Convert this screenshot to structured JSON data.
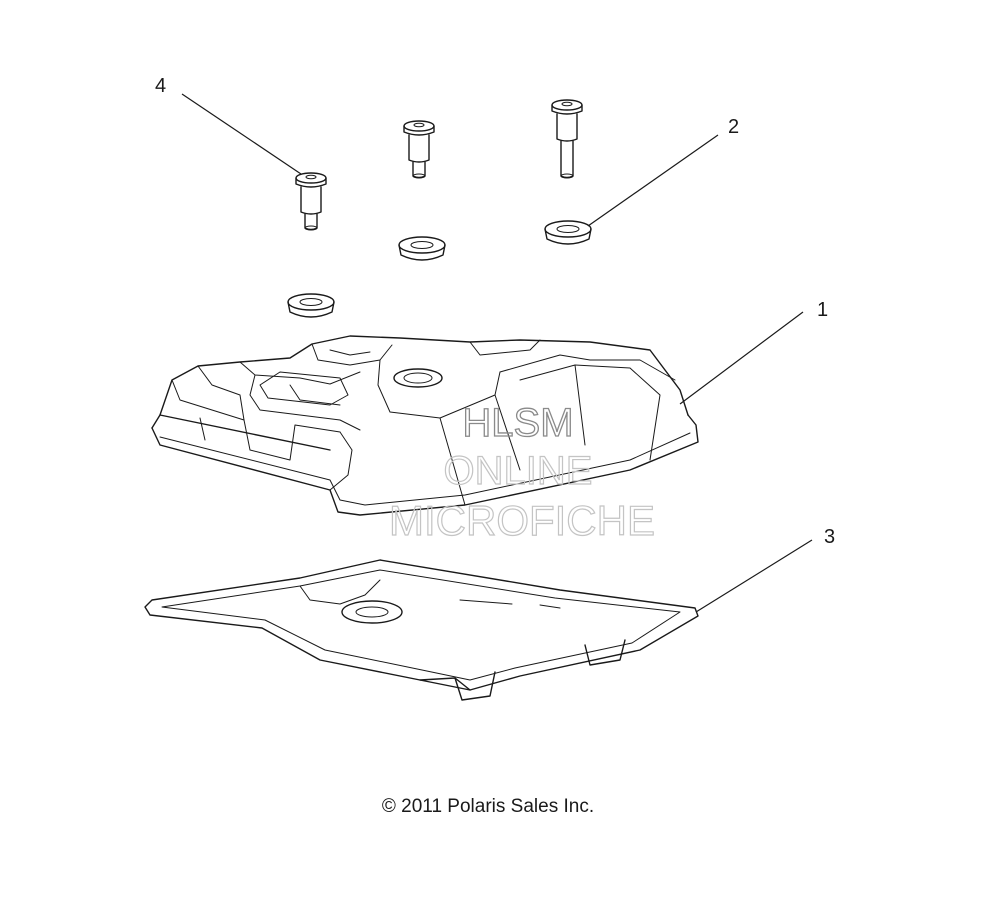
{
  "callouts": [
    "1",
    "2",
    "3",
    "4"
  ],
  "watermark": {
    "line1": "HLSM",
    "line2": "ONLINE",
    "line3": "MICROFICHE"
  },
  "copyright": "© 2011 Polaris Sales Inc."
}
